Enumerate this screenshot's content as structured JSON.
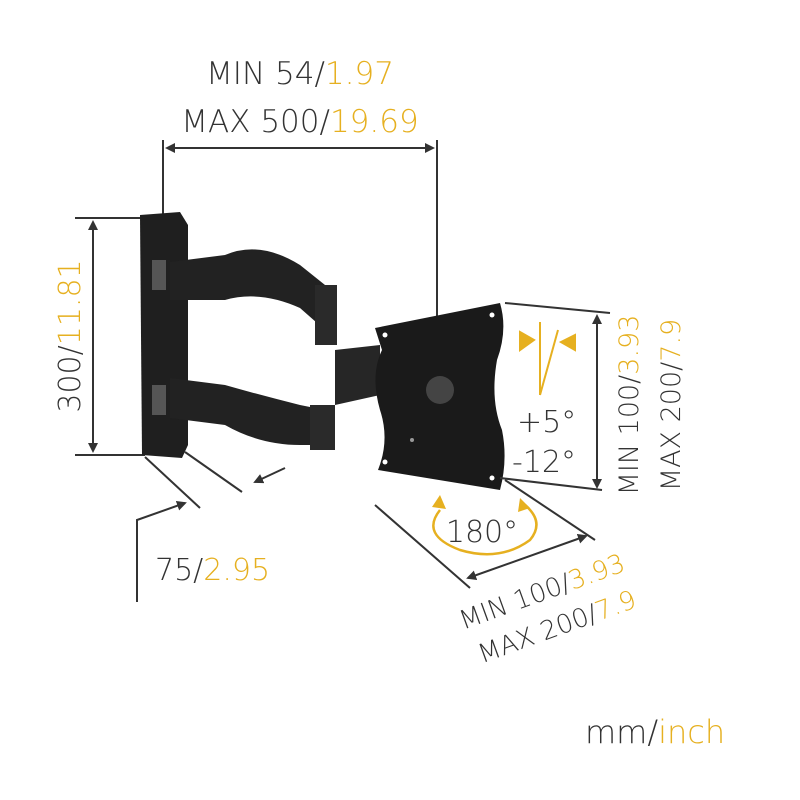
{
  "width_dim": {
    "min_mm": "MIN 54/",
    "min_in": "1.97",
    "max_mm": "MAX 500/",
    "max_in": "19.69"
  },
  "height_dim": {
    "mm": "300/",
    "in": "11.81"
  },
  "depth_dim": {
    "mm": "75/",
    "in": "2.95"
  },
  "vesa_vertical": {
    "min_mm": "MIN 100/",
    "min_in": "3.93",
    "max_mm": "MAX 200/",
    "max_in": "7.9"
  },
  "vesa_horizontal": {
    "min_mm": "MIN 100/",
    "min_in": "3.93",
    "max_mm": "MAX 200/",
    "max_in": "7.9"
  },
  "tilt": {
    "up": "+5°",
    "down": "-12°"
  },
  "swivel": "180°",
  "units": {
    "mm": "mm/",
    "inch": "inch"
  },
  "colors": {
    "dark": "#333333",
    "accent": "#e6b020",
    "metal": "#1c1c1c"
  }
}
